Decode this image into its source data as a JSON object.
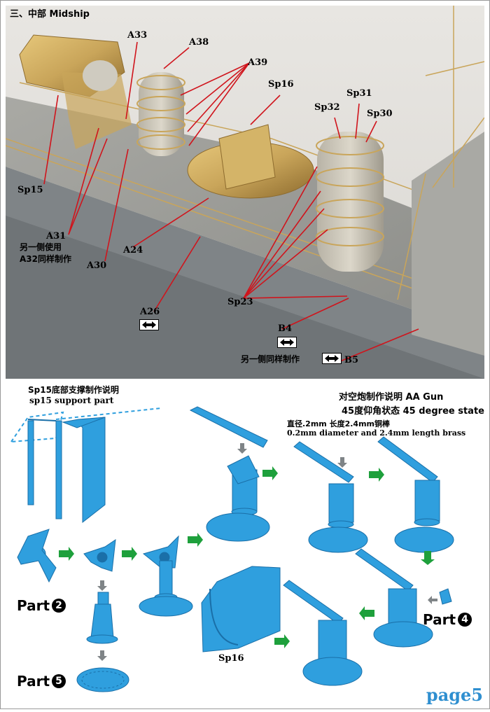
{
  "section_title": "三、中部 Midship",
  "photo_labels": {
    "a33": "A33",
    "a38": "A38",
    "a39": "A39",
    "sp16": "Sp16",
    "sp31": "Sp31",
    "sp32": "Sp32",
    "sp30": "Sp30",
    "sp15": "Sp15",
    "a31": "A31",
    "a31_note_cn1": "另一侧使用",
    "a31_note_cn2": "A32同样制作",
    "a30": "A30",
    "a24": "A24",
    "a26": "A26",
    "sp23": "Sp23",
    "b4": "B4",
    "b5": "B5",
    "b5_note_cn": "另一侧同样制作"
  },
  "sp15_section": {
    "title_cn": "Sp15底部支撑制作说明",
    "title_en": "sp15 support part"
  },
  "aa_section": {
    "title": "对空炮制作说明 AA Gun",
    "subtitle": "45度仰角状态 45 degree state",
    "note_cn": "直径.2mm 长度2.4mm铜棒",
    "note_en": "0.2mm diameter and 2.4mm length brass"
  },
  "parts": {
    "part2_label": "Part",
    "part2_num": "2",
    "part4_label": "Part",
    "part4_num": "4",
    "part5_label": "Part",
    "part5_num": "5",
    "sp16_label": "Sp16"
  },
  "page_number": "page5",
  "colors": {
    "part_blue": "#2f9fde",
    "part_dark": "#1a6fa8",
    "arrow_green": "#1ea03c",
    "leader_red": "#d0141c",
    "hull_grey": "#7f8487",
    "brass": "#c9a55a"
  }
}
